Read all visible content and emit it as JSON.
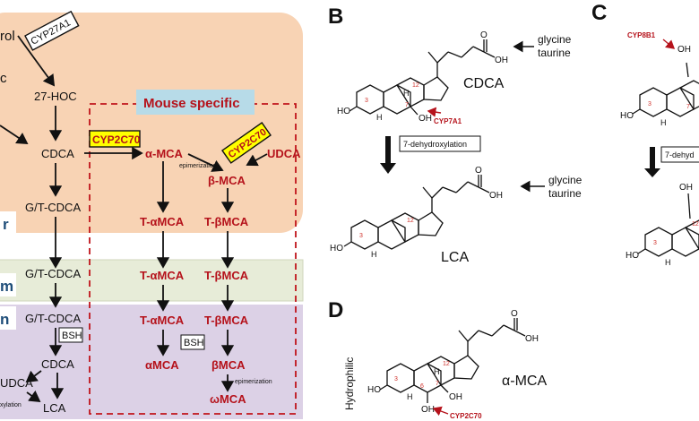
{
  "panelA": {
    "liver_label_fragment": "r",
    "intestine_labels": [
      "m",
      "n"
    ],
    "cholesterol_fragment": "rol",
    "oxysterol_fragment": "c",
    "cyp27a1": "CYP27A1",
    "hoc": "27-HOC",
    "cdca": "CDCA",
    "gt_cdca": "G/T-CDCA",
    "gt_cdca_2": "G/T-CDCA",
    "gt_cdca_3": "G/T-CDCA",
    "bsh": "BSH",
    "cdca_2": "CDCA",
    "udca_fragment": "UDCA",
    "lca": "LCA",
    "epimerization_fragment": "xylation",
    "mouse_specific": "Mouse specific",
    "cyp2c70_1": "CYP2C70",
    "cyp2c70_2": "CYP2C70",
    "amca": "α-MCA",
    "bmca": "β-MCA",
    "udca": "UDCA",
    "epimerization": "epimerization",
    "t_amca_1": "T-αMCA",
    "t_bmca_1": "T-βMCA",
    "t_amca_2": "T-αMCA",
    "t_bmca_2": "T-βMCA",
    "t_amca_3": "T-αMCA",
    "t_bmca_3": "T-βMCA",
    "bsh_2": "BSH",
    "amca_final": "αMCA",
    "bmca_final": "βMCA",
    "epimerization_2": "epimerization",
    "omca": "ωMCA"
  },
  "panelB": {
    "letter": "B",
    "cdca": "CDCA",
    "lca": "LCA",
    "cyp7a1": "CYP7A1",
    "conj_1": "glycine",
    "conj_2": "taurine",
    "conj_3": "glycine",
    "conj_4": "taurine",
    "dehydroxylation": "7-dehydroxylation",
    "oh": "OH",
    "ho": "HO",
    "h": "H",
    "oh_acid": "OH",
    "o": "O"
  },
  "panelC": {
    "letter": "C",
    "cyp8b1": "CYP8B1",
    "dehyd_fragment": "7-dehyd",
    "oh": "OH",
    "ho": "HO",
    "h": "H"
  },
  "panelD": {
    "letter": "D",
    "hydrophilic": "Hydrophilic",
    "amca": "α-MCA",
    "cyp2c70": "CYP2C70",
    "oh": "OH",
    "ho": "HO",
    "h": "H",
    "o": "O"
  },
  "ring_numbers": [
    "3",
    "7",
    "12",
    "6"
  ],
  "colors": {
    "liver_bg": "#f8d3b4",
    "intestine_bg": "#e7ecd8",
    "colon_bg": "#dcd1e6",
    "mouse_header_bg": "#b7dbe8",
    "mouse_border": "#c0141b",
    "enzyme_box": "#ffff00",
    "red_text": "#b5121b",
    "number_red": "#d0322c"
  }
}
